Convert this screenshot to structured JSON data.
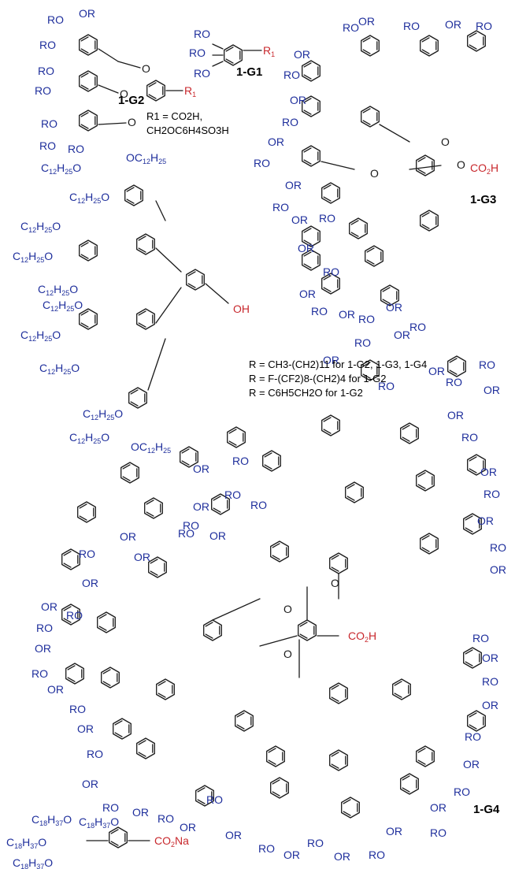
{
  "colors": {
    "substituent": "#1f2f9c",
    "functional": "#c8282d",
    "bond": "#1a1a1a",
    "label": "#000000"
  },
  "groups": {
    "ro": "RO",
    "or": "OR",
    "o": "O",
    "c12": "C12H25O",
    "oc12": "OC12H25",
    "c18": "C18H37O",
    "r1": "R1",
    "co2h": "CO2H",
    "oh": "OH",
    "co2na": "CO2Na"
  },
  "compound_labels": {
    "g1": "1-G1",
    "g2": "1-G2",
    "g3": "1-G3",
    "g4": "1-G4"
  },
  "r1_definition": {
    "line1": "R1 = CO2H,",
    "line2": "CH2OC6H4SO3H"
  },
  "r_definitions": [
    "R = CH3-(CH2)11 for 1-G2, 1-G3, 1-G4",
    "R = F-(CF2)8-(CH2)4 for 1-G2",
    "R = C6H5CH2O for 1-G2"
  ]
}
